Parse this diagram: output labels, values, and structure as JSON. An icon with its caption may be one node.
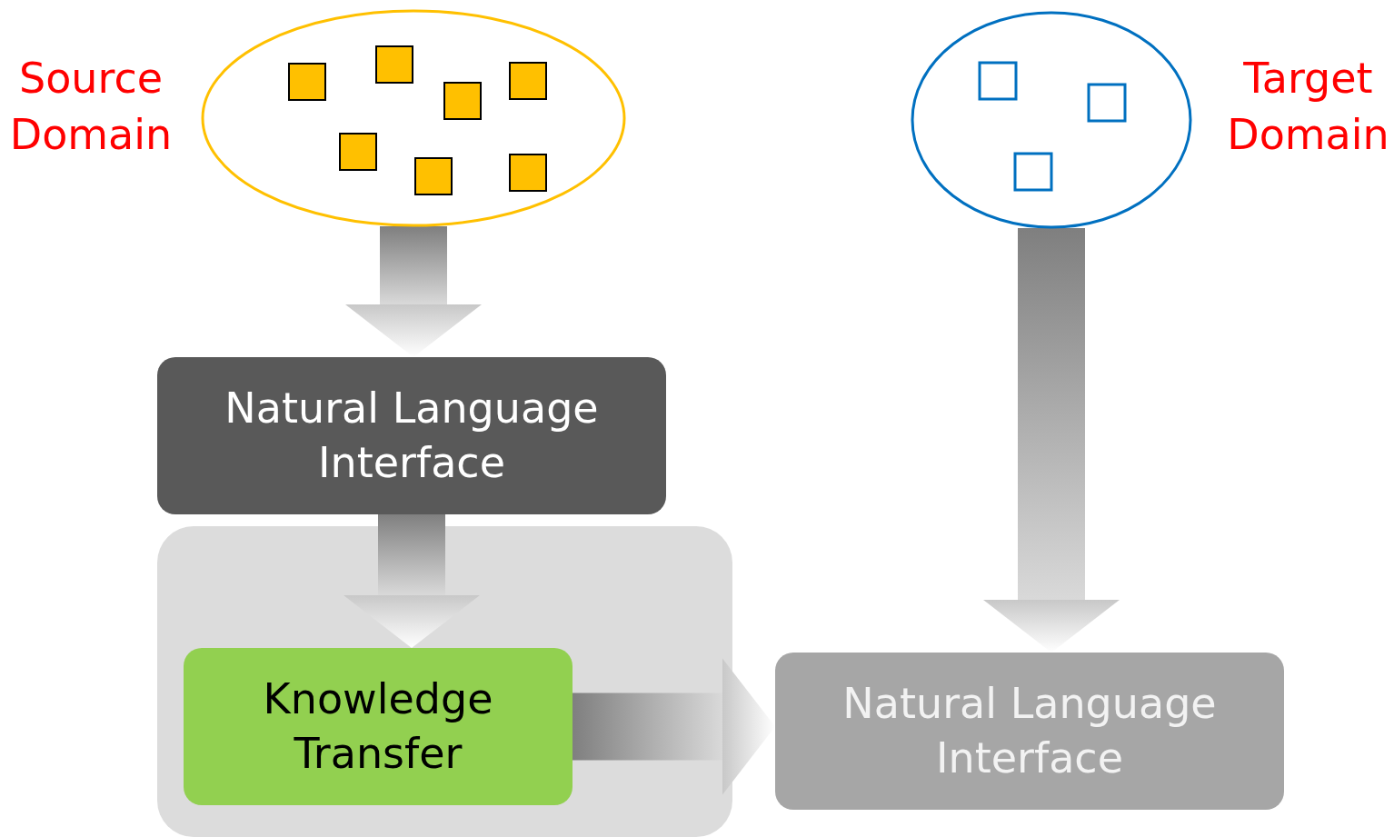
{
  "diagram": {
    "nodes": [
      {
        "text": [],
        "shape": "circle",
        "beside": [
          "Source Domain"
        ]
      },
      {
        "text": [],
        "shape": "circle",
        "beside": [
          "Target Domain"
        ]
      },
      {
        "text": [
          "Natural Language Interface"
        ]
      },
      {
        "text": [],
        "shape": "box"
      },
      {
        "text": [
          "Knowledge Transfer"
        ],
        "in": 3
      },
      {
        "text": [
          "Natural Language Interface"
        ]
      }
    ],
    "edges": [
      {
        "from": 0,
        "to": 2,
        "arrow": "to"
      },
      {
        "from": 2,
        "to": 4,
        "arrow": "to"
      },
      {
        "from": 1,
        "to": 5,
        "arrow": "to"
      },
      {
        "from": 4,
        "to": 5,
        "arrow": "to"
      }
    ]
  }
}
